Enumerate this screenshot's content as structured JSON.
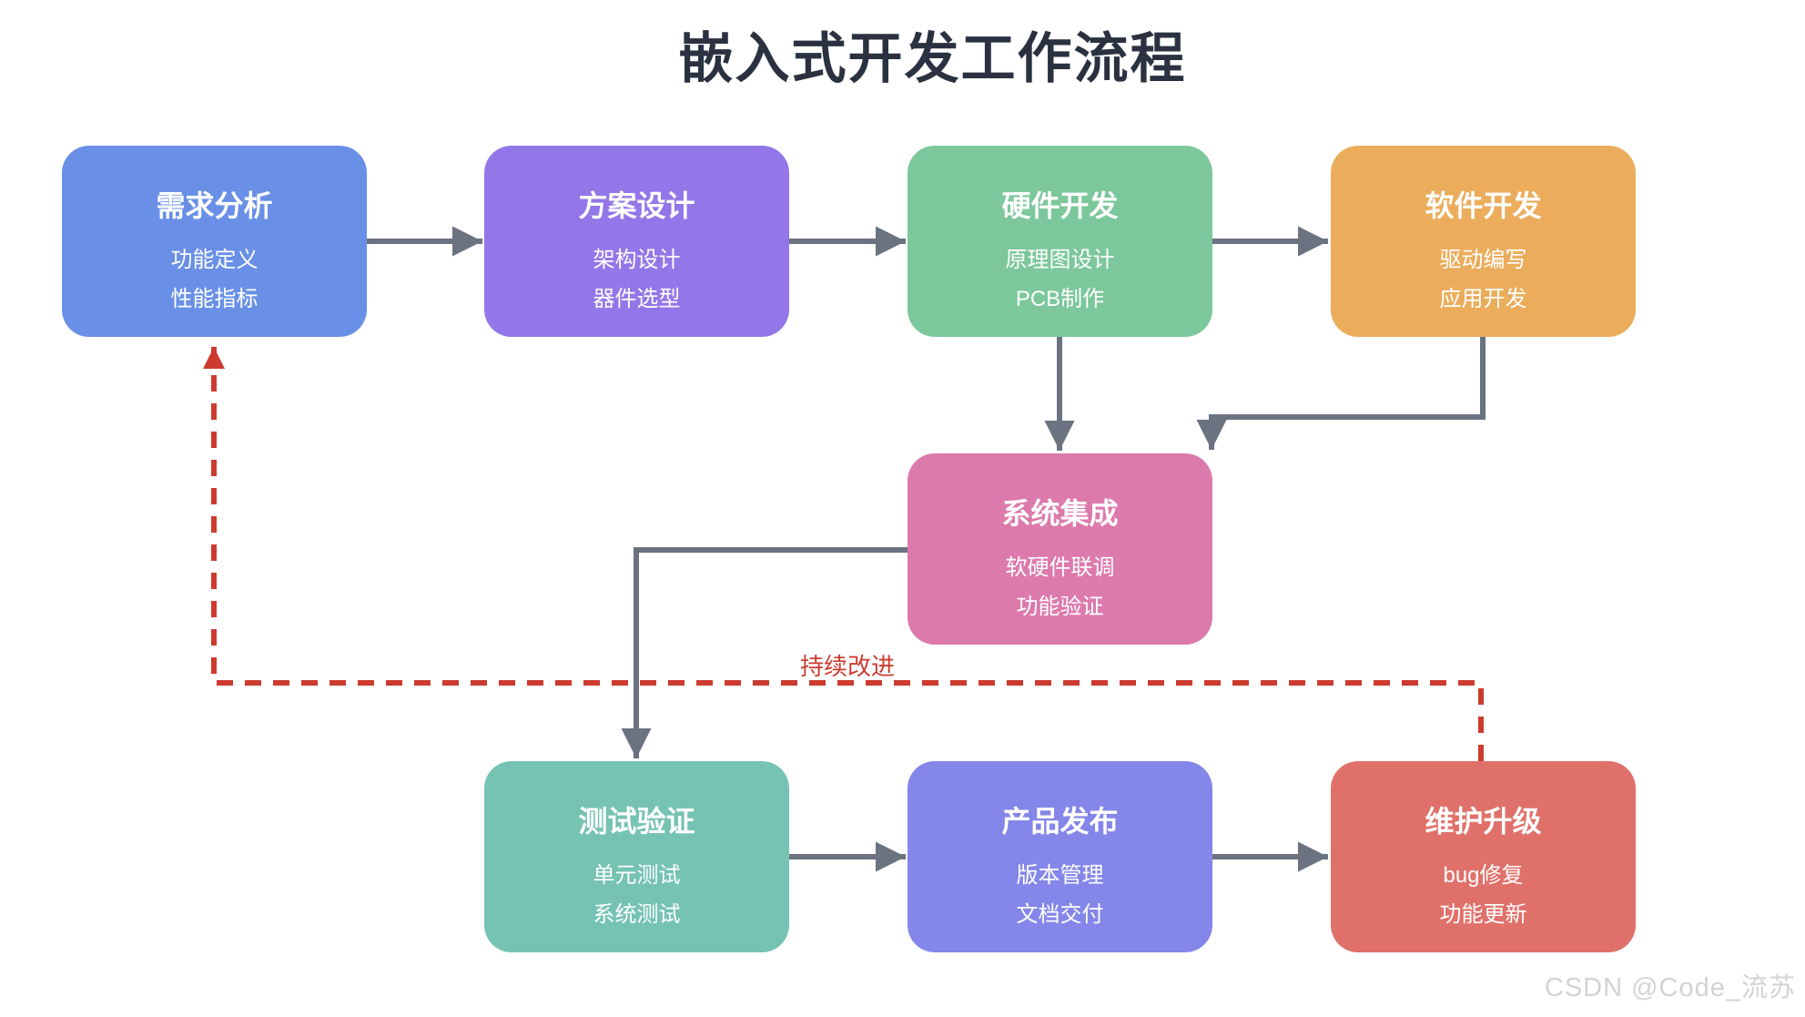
{
  "title": "嵌入式开发工作流程",
  "feedback_label": "持续改进",
  "watermark": "CSDN @Code_流苏",
  "colors": {
    "arrow": "#6B7280",
    "feedback": "#CC3B2F",
    "title_text": "#2A3140",
    "node_text": "#FFFFFF"
  },
  "nodes": [
    {
      "id": "requirements",
      "title": "需求分析",
      "lines": [
        "功能定义",
        "性能指标"
      ],
      "color": "#6990E6"
    },
    {
      "id": "design",
      "title": "方案设计",
      "lines": [
        "架构设计",
        "器件选型"
      ],
      "color": "#9377E8"
    },
    {
      "id": "hardware",
      "title": "硬件开发",
      "lines": [
        "原理图设计",
        "PCB制作"
      ],
      "color": "#7CC79B"
    },
    {
      "id": "software",
      "title": "软件开发",
      "lines": [
        "驱动编写",
        "应用开发"
      ],
      "color": "#EBAD5C"
    },
    {
      "id": "integration",
      "title": "系统集成",
      "lines": [
        "软硬件联调",
        "功能验证"
      ],
      "color": "#DC7AAC"
    },
    {
      "id": "testing",
      "title": "测试验证",
      "lines": [
        "单元测试",
        "系统测试"
      ],
      "color": "#76C3B3"
    },
    {
      "id": "release",
      "title": "产品发布",
      "lines": [
        "版本管理",
        "文档交付"
      ],
      "color": "#8486E9"
    },
    {
      "id": "maintenance",
      "title": "维护升级",
      "lines": [
        "bug修复",
        "功能更新"
      ],
      "color": "#E0716A"
    }
  ],
  "edges": [
    {
      "from": "requirements",
      "to": "design",
      "style": "solid"
    },
    {
      "from": "design",
      "to": "hardware",
      "style": "solid"
    },
    {
      "from": "hardware",
      "to": "software",
      "style": "solid"
    },
    {
      "from": "hardware",
      "to": "integration",
      "style": "solid"
    },
    {
      "from": "software",
      "to": "integration",
      "style": "solid"
    },
    {
      "from": "integration",
      "to": "testing",
      "style": "solid"
    },
    {
      "from": "testing",
      "to": "release",
      "style": "solid"
    },
    {
      "from": "release",
      "to": "maintenance",
      "style": "solid"
    },
    {
      "from": "maintenance",
      "to": "requirements",
      "style": "dashed",
      "label": "持续改进"
    }
  ]
}
